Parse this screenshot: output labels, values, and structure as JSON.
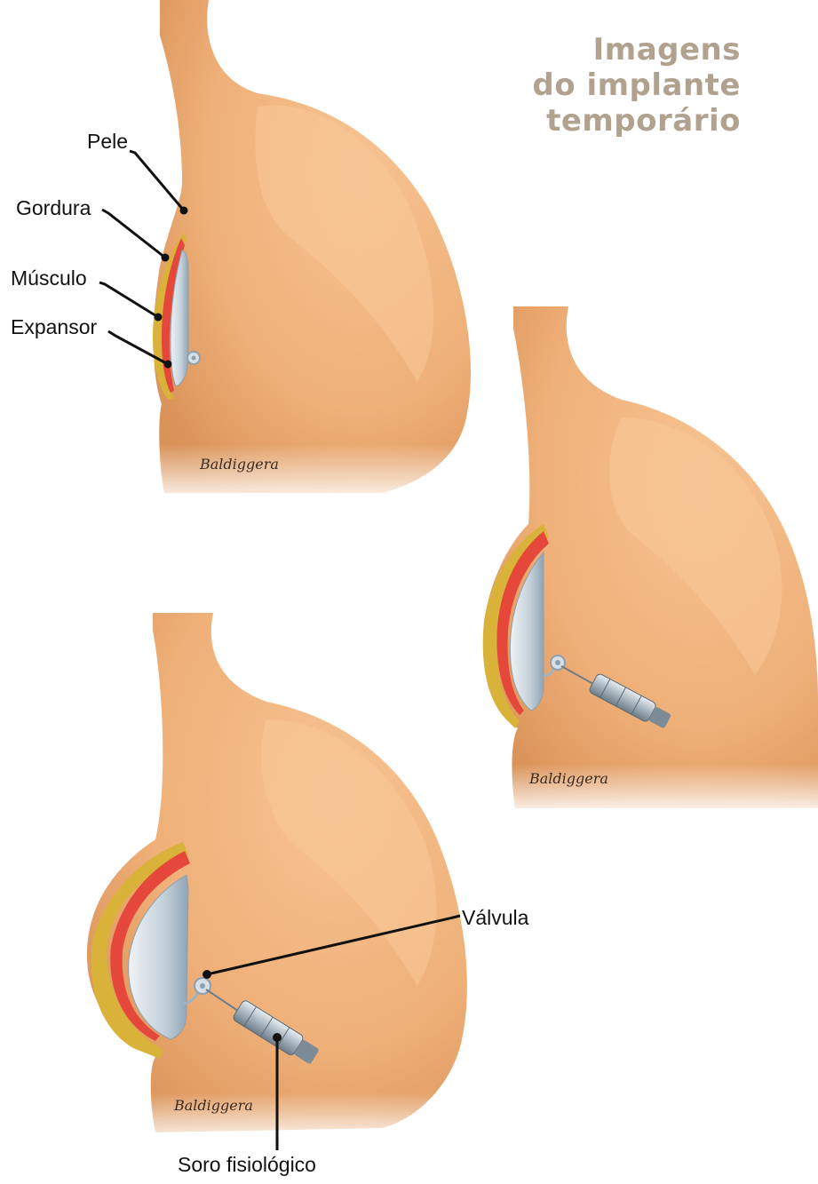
{
  "title": {
    "line1": "Imagens",
    "line2": "do implante",
    "line3": "temporário"
  },
  "labels": {
    "pele": "Pele",
    "gordura": "Gordura",
    "musculo": "Músculo",
    "expansor": "Expansor",
    "valvula": "Válvula",
    "soro": "Soro fisiológico"
  },
  "colors": {
    "skin": "#f0b47c",
    "skin_shadow": "#d9904f",
    "fat": "#d9b23a",
    "muscle": "#e5483a",
    "implant": "#c7d3dc",
    "title": "#b1a290"
  }
}
